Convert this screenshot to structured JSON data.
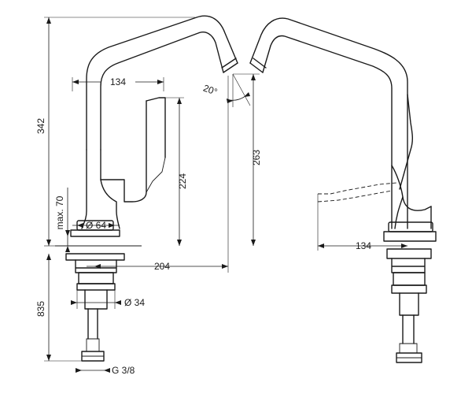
{
  "drawing": {
    "dimensions": {
      "overall_height": "342",
      "spout_reach_left": "134",
      "spout_angle": "20°",
      "handle_height": "224",
      "spout_height": "263",
      "max_deck_thickness": "max. 70",
      "base_diameter": "Ø 64",
      "spout_projection": "204",
      "total_length": "835",
      "hole_diameter": "Ø 34",
      "connection_thread": "G 3/8",
      "spout_reach_right": "134"
    }
  }
}
